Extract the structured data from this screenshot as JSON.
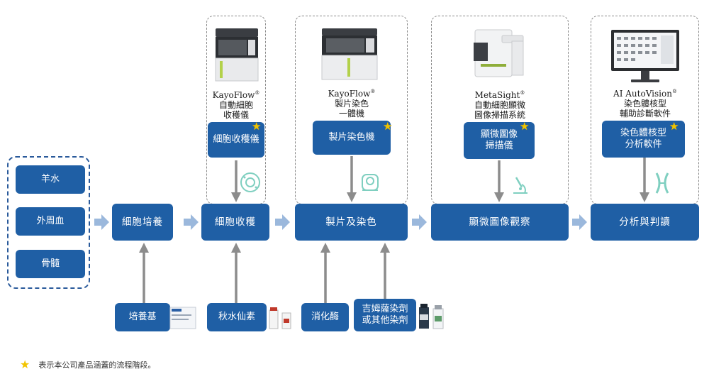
{
  "sources": [
    "羊水",
    "外周血",
    "骨髓"
  ],
  "steps": {
    "culture": "細胞培養",
    "harvest": "細胞收穫",
    "slide": "製片及染色",
    "observe": "顯微圖像觀察",
    "analysis": "分析與判讀"
  },
  "products": {
    "harvester": {
      "brand": "KayoFlow",
      "line1": "自動細胞",
      "line2": "收穫儀",
      "module": "細胞收穫儀"
    },
    "stainer": {
      "brand": "KayoFlow",
      "line1": "製片染色",
      "line2": "一體機",
      "module": "製片染色機"
    },
    "scanner": {
      "brand": "MetaSight",
      "line1": "自動細胞顯微",
      "line2": "圖像掃描系統",
      "module_l1": "顯微圖像",
      "module_l2": "掃描儀"
    },
    "software": {
      "brand": "AI AutoVision",
      "line1": "染色體核型",
      "line2": "輔助診斷軟件",
      "module_l1": "染色體核型",
      "module_l2": "分析軟件"
    }
  },
  "reagents": {
    "medium": "培養基",
    "colchicine": "秋水仙素",
    "enzyme": "消化酶",
    "stain_l1": "吉姆薩染劑",
    "stain_l2": "或其他染劑"
  },
  "legend": "表示本公司產品涵蓋的流程階段。",
  "colors": {
    "primary": "#1f5fa5",
    "arrow": "#8c8c8c",
    "star": "#f2c400",
    "flow_arrow": "#9bb8dc"
  }
}
